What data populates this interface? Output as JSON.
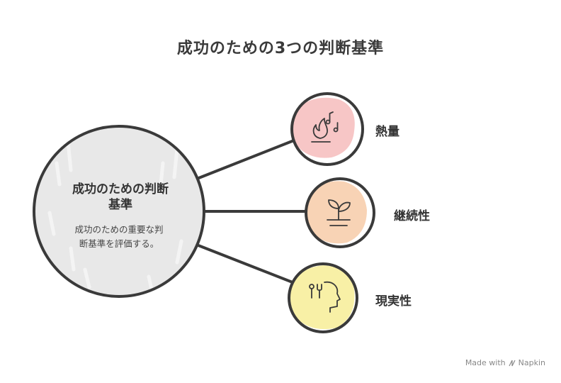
{
  "title": "成功のための3つの判断基準",
  "center": {
    "title_line1": "成功のための判断",
    "title_line2": "基準",
    "subtitle_line1": "成功のための重要な判",
    "subtitle_line2": "断基準を評価する。"
  },
  "nodes": [
    {
      "label": "熱量",
      "icon": "fire-music-icon",
      "color": "#f7c6c6"
    },
    {
      "label": "継続性",
      "icon": "sprout-hand-icon",
      "color": "#f8d3b5"
    },
    {
      "label": "現実性",
      "icon": "head-tools-icon",
      "color": "#f8f0a6"
    }
  ],
  "colors": {
    "center_fill": "#e8e8e8",
    "stroke": "#3a3a3a"
  },
  "watermark": {
    "prefix": "Made with",
    "brand": "Napkin"
  }
}
